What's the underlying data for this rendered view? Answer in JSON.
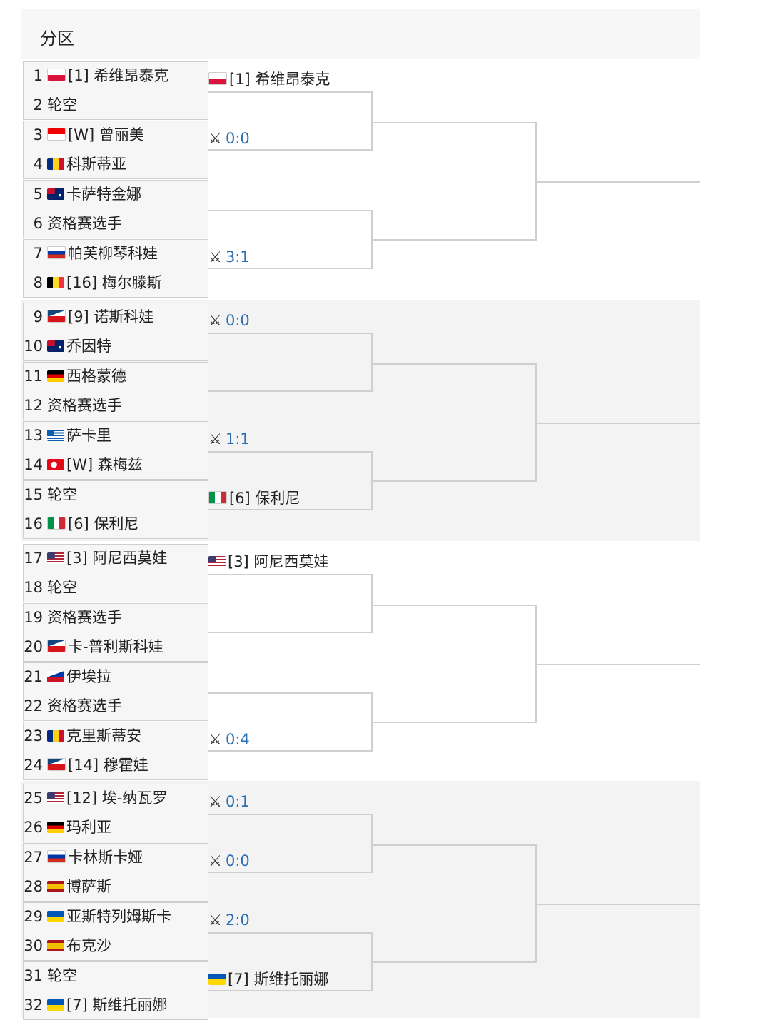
{
  "header": {
    "title": "分区"
  },
  "colors": {
    "score": "#2a6fb5",
    "line": "#cfcfcf",
    "shade": "#f2f2f2"
  },
  "players": [
    {
      "num": "1",
      "flag": "poland",
      "name": "[1] 希维昂泰克"
    },
    {
      "num": "2",
      "flag": "",
      "name": "轮空"
    },
    {
      "num": "3",
      "flag": "indonesia",
      "name": "[W] 曾丽美"
    },
    {
      "num": "4",
      "flag": "romania",
      "name": "科斯蒂亚"
    },
    {
      "num": "5",
      "flag": "australia",
      "name": "卡萨特金娜"
    },
    {
      "num": "6",
      "flag": "",
      "name": "资格赛选手"
    },
    {
      "num": "7",
      "flag": "russia",
      "name": "帕芙柳琴科娃"
    },
    {
      "num": "8",
      "flag": "belgium",
      "name": "[16] 梅尔滕斯"
    },
    {
      "num": "9",
      "flag": "czech",
      "name": "[9] 诺斯科娃"
    },
    {
      "num": "10",
      "flag": "australia",
      "name": "乔因特"
    },
    {
      "num": "11",
      "flag": "germany",
      "name": "西格蒙德"
    },
    {
      "num": "12",
      "flag": "",
      "name": "资格赛选手"
    },
    {
      "num": "13",
      "flag": "greece",
      "name": "萨卡里"
    },
    {
      "num": "14",
      "flag": "turkey",
      "name": "[W] 森梅兹"
    },
    {
      "num": "15",
      "flag": "",
      "name": "轮空"
    },
    {
      "num": "16",
      "flag": "italy",
      "name": "[6] 保利尼"
    },
    {
      "num": "17",
      "flag": "usa",
      "name": "[3] 阿尼西莫娃"
    },
    {
      "num": "18",
      "flag": "",
      "name": "轮空"
    },
    {
      "num": "19",
      "flag": "",
      "name": "资格赛选手"
    },
    {
      "num": "20",
      "flag": "czech",
      "name": "卡-普利斯科娃"
    },
    {
      "num": "21",
      "flag": "philippines",
      "name": "伊埃拉"
    },
    {
      "num": "22",
      "flag": "",
      "name": "资格赛选手"
    },
    {
      "num": "23",
      "flag": "romania",
      "name": "克里斯蒂安"
    },
    {
      "num": "24",
      "flag": "czech",
      "name": "[14] 穆霍娃"
    },
    {
      "num": "25",
      "flag": "usa",
      "name": "[12] 埃-纳瓦罗"
    },
    {
      "num": "26",
      "flag": "germany",
      "name": "玛利亚"
    },
    {
      "num": "27",
      "flag": "russia",
      "name": "卡林斯卡娅"
    },
    {
      "num": "28",
      "flag": "spain",
      "name": "博萨斯"
    },
    {
      "num": "29",
      "flag": "ukraine",
      "name": "亚斯特列姆斯卡"
    },
    {
      "num": "30",
      "flag": "spain",
      "name": "布克沙"
    },
    {
      "num": "31",
      "flag": "",
      "name": "轮空"
    },
    {
      "num": "32",
      "flag": "ukraine",
      "name": "[7] 斯维托丽娜"
    }
  ],
  "round2": [
    {
      "type": "player",
      "flag": "poland",
      "text": "[1] 希维昂泰克"
    },
    {
      "type": "score",
      "icon": "versus-icon",
      "text": "0:0"
    },
    {
      "type": "empty",
      "text": ""
    },
    {
      "type": "score",
      "icon": "versus-icon",
      "text": "3:1"
    },
    {
      "type": "score",
      "icon": "versus-icon",
      "text": "0:0"
    },
    {
      "type": "empty",
      "text": ""
    },
    {
      "type": "score",
      "icon": "versus-icon",
      "text": "1:1"
    },
    {
      "type": "player",
      "flag": "italy",
      "text": "[6] 保利尼"
    },
    {
      "type": "player",
      "flag": "usa",
      "text": "[3] 阿尼西莫娃"
    },
    {
      "type": "empty",
      "text": ""
    },
    {
      "type": "empty",
      "text": ""
    },
    {
      "type": "score",
      "icon": "versus-icon",
      "text": "0:4"
    },
    {
      "type": "score",
      "icon": "versus-icon",
      "text": "0:1"
    },
    {
      "type": "score",
      "icon": "versus-icon",
      "text": "0:0"
    },
    {
      "type": "score",
      "icon": "versus-icon",
      "text": "2:0"
    },
    {
      "type": "player",
      "flag": "ukraine",
      "text": "[7] 斯维托丽娜"
    }
  ]
}
